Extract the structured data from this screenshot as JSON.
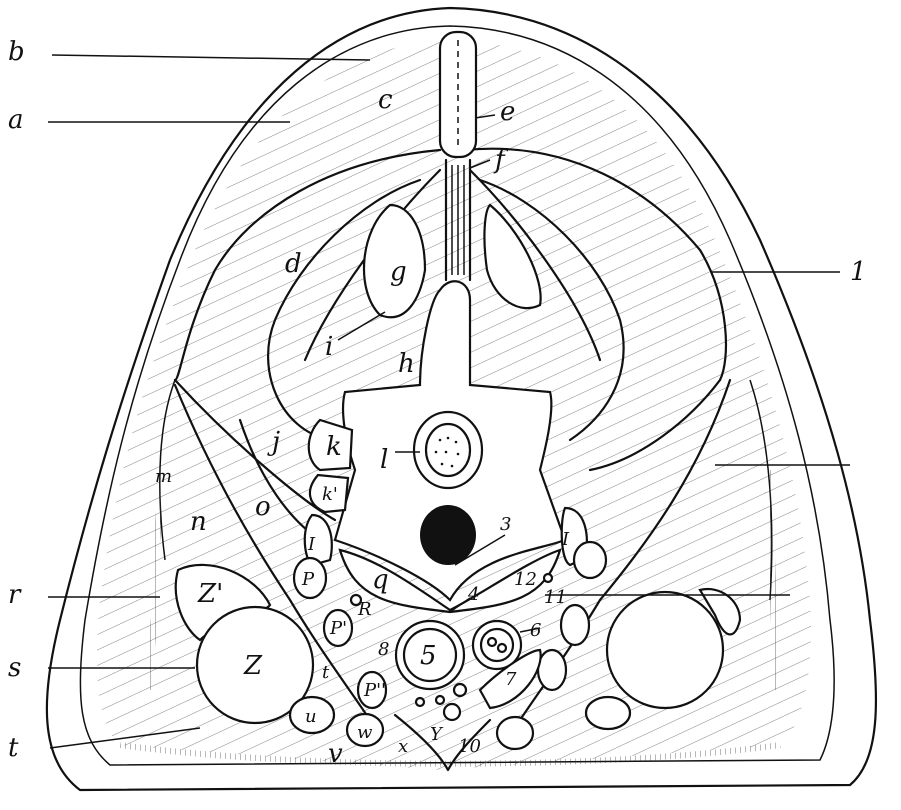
{
  "figure": {
    "outer_labels": {
      "b": "b",
      "a": "a",
      "r": "r",
      "s": "s",
      "t": "t",
      "one": "1"
    },
    "inner_labels": {
      "c": "c",
      "e": "e",
      "f": "f",
      "d": "d",
      "g": "g",
      "i": "i",
      "h": "h",
      "j": "j",
      "k": "k",
      "k_prime": "k'",
      "l": "l",
      "m": "m",
      "n": "n",
      "o": "o",
      "roman_one_left": "I",
      "roman_one_right": "I",
      "p": "P",
      "p_prime": "P'",
      "p_double": "P''",
      "q": "q",
      "r_small": "R",
      "num3": "3",
      "num4": "4",
      "num5": "5",
      "num6": "6",
      "num7": "7",
      "num8": "8",
      "num10": "10",
      "num12": "12",
      "num11": "11",
      "z_prime": "Z'",
      "z": "Z",
      "t_small": "t",
      "u": "u",
      "v": "v",
      "w": "w",
      "x": "x",
      "y": "Y"
    }
  }
}
